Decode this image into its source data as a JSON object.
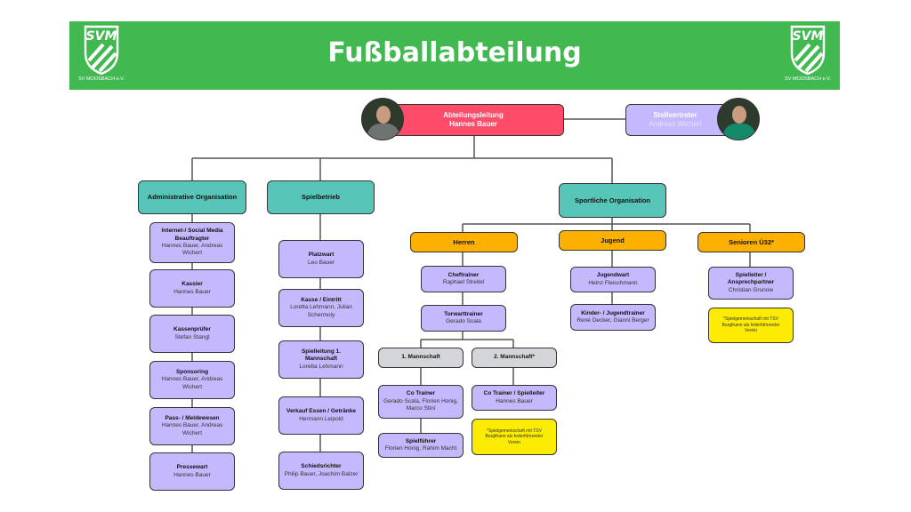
{
  "header": {
    "title": "Fußballabteilung",
    "logo_text": "SVM",
    "club_name": "SV MOOSBACH e.V.",
    "color": "#41b950"
  },
  "top": {
    "leader": {
      "role": "Abteilungsleitung",
      "name": "Hannes Bauer"
    },
    "deputy": {
      "role": "Stellvertreter",
      "name": "Andreas Wichert"
    }
  },
  "admin": {
    "title": "Administrative Organisation",
    "items": [
      {
        "role": "Internet-/ Social Media Beauftragter",
        "name": "Hannes Bauer, Andreas Wichert"
      },
      {
        "role": "Kassier",
        "name": "Hannes Bauer"
      },
      {
        "role": "Kassenprüfer",
        "name": "Stefan Stangl"
      },
      {
        "role": "Sponsoring",
        "name": "Hannes Bauer, Andreas Wichert"
      },
      {
        "role": "Pass- / Meldewesen",
        "name": "Hannes Bauer, Andreas Wichert"
      },
      {
        "role": "Pressewart",
        "name": "Hannes Bauer"
      }
    ]
  },
  "spiel": {
    "title": "Spielbetrieb",
    "items": [
      {
        "role": "Platzwart",
        "name": "Leo Bauer"
      },
      {
        "role": "Kasse / Eintritt",
        "name": "Loretta Lehmann, Julian Schermoly"
      },
      {
        "role": "Spielleitung 1. Mannschaft",
        "name": "Loretta Lehmann"
      },
      {
        "role": "Verkauf Essen / Getränke",
        "name": "Hermann Leipold"
      },
      {
        "role": "Schiedsrichter",
        "name": "Philip Bauer, Joachim Balzer"
      }
    ]
  },
  "sport": {
    "title": "Sportliche Organisation",
    "herren": {
      "title": "Herren",
      "cheftrainer": {
        "role": "Cheftrainer",
        "name": "Raphael Streitel"
      },
      "torwart": {
        "role": "Torwarttrainer",
        "name": "Gerado Scala"
      },
      "m1": {
        "title": "1. Mannschaft",
        "co": {
          "role": "Co Trainer",
          "name": "Gerado Scala, Florien Honig, Marco Stini"
        },
        "captain": {
          "role": "Spielführer",
          "name": "Florien Honig, Rahim Macht"
        }
      },
      "m2": {
        "title": "2. Mannschaft*",
        "co": {
          "role": "Co Trainer / Spielleiter",
          "name": "Hannes Bauer"
        },
        "note": "*Spielgemeinschaft mit TSV Burgthann als federführender Verein"
      }
    },
    "jugend": {
      "title": "Jugend",
      "wart": {
        "role": "Jugendwart",
        "name": "Heinz Fleischmann"
      },
      "trainer": {
        "role": "Kinder- / Jugendtrainer",
        "name": "René Decker, Gianni Berger"
      }
    },
    "senioren": {
      "title": "Senioren Ü32*",
      "lead": {
        "role": "Spielleiter / Ansprechpartner",
        "name": "Christian Grunow"
      },
      "note": "*Spielgemeinschaft mit TSV Burgthann als federführender Verein"
    }
  }
}
